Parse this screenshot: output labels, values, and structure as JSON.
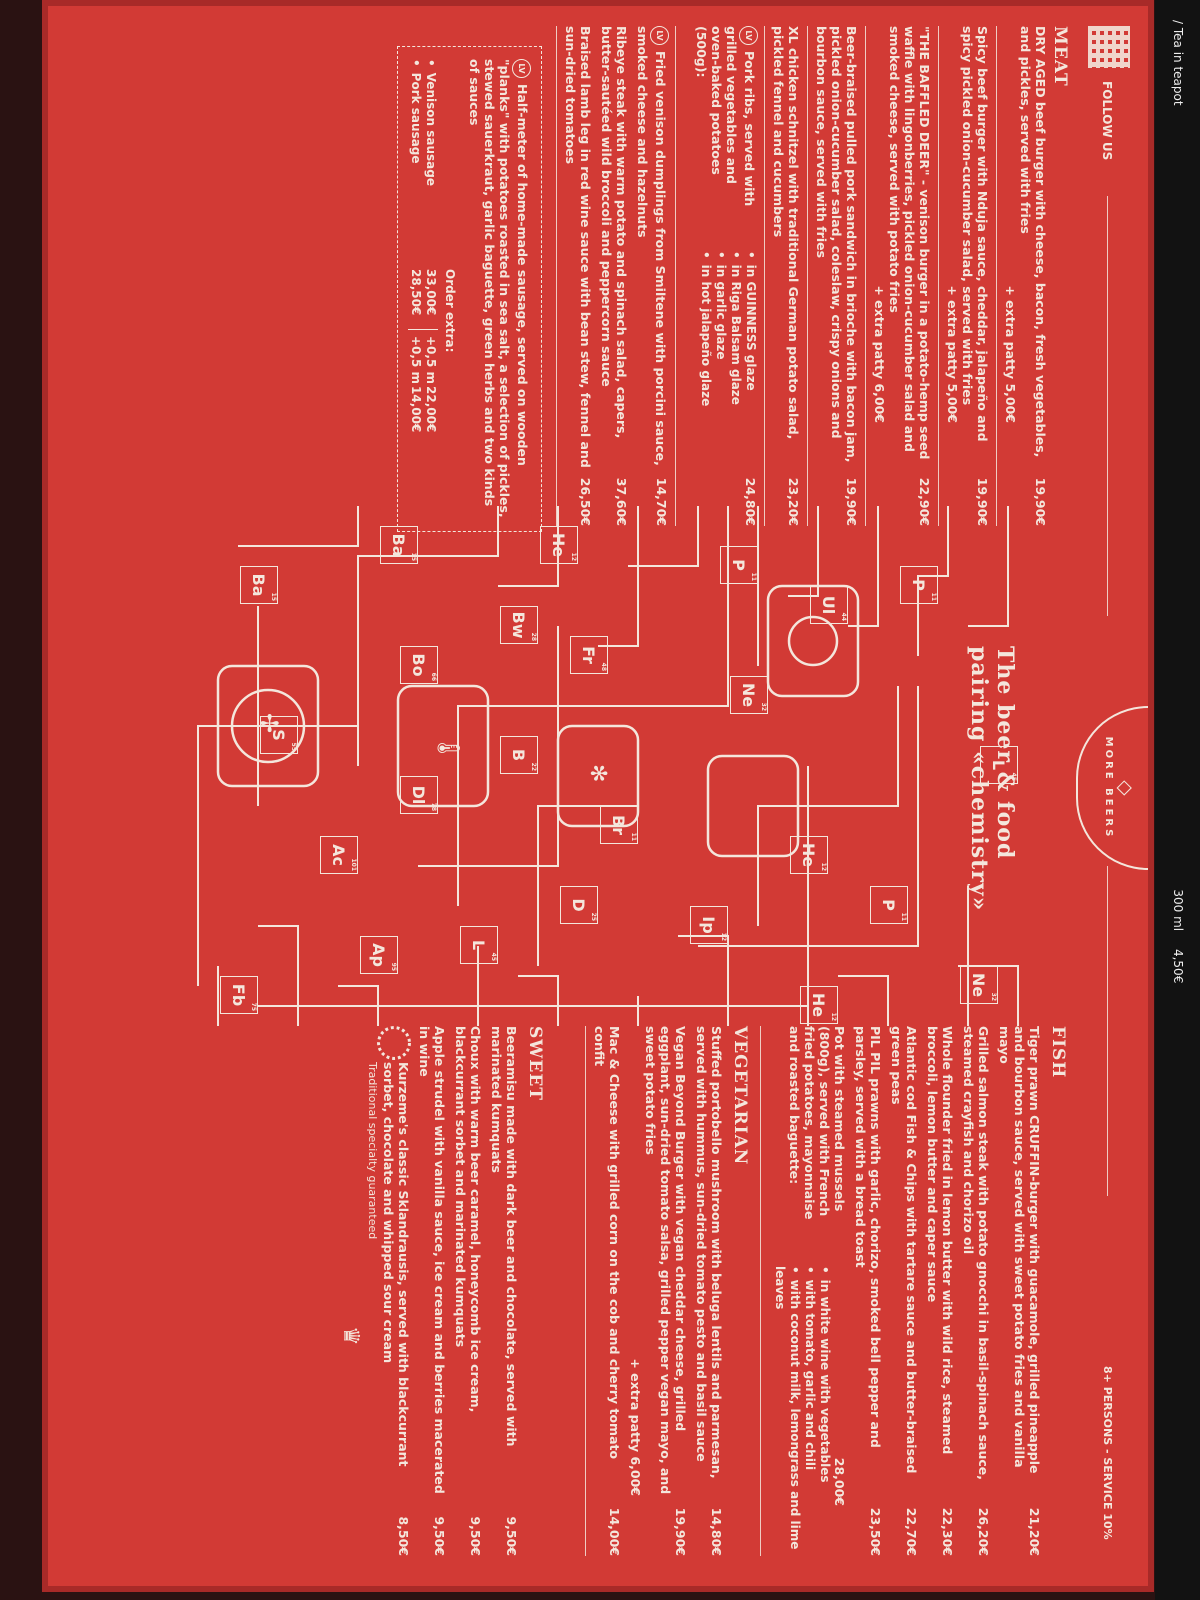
{
  "colors": {
    "board": "#d23a35",
    "ink": "#f4e6dc",
    "table": "#2a1212",
    "strip": "#121212"
  },
  "header": {
    "follow": "FOLLOW US",
    "service_note": "8+ PERSONS - SERVICE 10%",
    "qr_icon": "qr-code-icon"
  },
  "title": {
    "line1": "The beer & food",
    "line2": "pairing «chemistry»",
    "logo_text": "MORE BEERS"
  },
  "meat": {
    "heading": "MEAT",
    "items": [
      {
        "desc": "DRY AGED beef burger with cheese, bacon, fresh vegetables, and pickles, served with fries",
        "price": "19,90€",
        "extra": "+ extra patty 5,00€"
      },
      {
        "desc": "Spicy beef burger with Nduja sauce, cheddar, jalapeño and spicy pickled onion-cucumber salad, served with fries",
        "price": "19,90€",
        "extra": "+ extra patty 5,00€"
      },
      {
        "desc": "\"THE BAFFLED DEER\" - venison burger in a potato-hemp seed waffle with lingonberries, pickled onion-cucumber salad and smoked cheese, served with potato fries",
        "price": "22,90€",
        "extra": "+ extra patty 6,00€"
      },
      {
        "desc": "Beer-braised pulled pork sandwich in brioche with bacon jam, pickled onion-cucumber salad, coleslaw, crispy onions and bourbon sauce, served with fries",
        "price": "19,90€",
        "extra": ""
      },
      {
        "desc": "XL chicken schnitzel with traditional German potato salad, pickled fennel and cucumbers",
        "price": "23,20€",
        "extra": ""
      }
    ],
    "ribs": {
      "badge": "LV",
      "desc": "Pork ribs, served with grilled vegetables and oven-baked potatoes (500g):",
      "price": "24,80€",
      "options": [
        "in GUINNESS glaze",
        "in Riga Balsam glaze",
        "in garlic glaze",
        "in hot jalapeño glaze"
      ]
    },
    "items2": [
      {
        "badge": "LV",
        "desc": "Fried venison dumplings from Smiltene with porcini sauce, smoked cheese and hazelnuts",
        "price": "14,70€"
      },
      {
        "badge": "",
        "desc": "Ribeye steak with warm potato and spinach salad, capers, butter-sautéed wild broccoli and peppercorn sauce",
        "price": "37,60€"
      },
      {
        "badge": "",
        "desc": "Braised lamb leg in red wine sauce with bean stew, fennel and sun-dried tomatoes",
        "price": "26,50€"
      }
    ],
    "sausage": {
      "badge": "LV",
      "desc": "Half-meter of home-made sausage, served on wooden \"planks\" with potatoes roasted in sea salt, a selection of pickles, stewed sauerkraut, garlic baguette, green herbs and two kinds of sauces",
      "order_extra": "Order extra:",
      "rows": [
        {
          "name": "Venison sausage",
          "price": "33,00€",
          "extra": "+0,5 m",
          "extra_price": "22,00€"
        },
        {
          "name": "Pork sausage",
          "price": "28,50€",
          "extra": "+0,5 m",
          "extra_price": "14,00€"
        }
      ]
    }
  },
  "fish": {
    "heading": "FISH",
    "items": [
      {
        "desc": "Tiger prawn CRUFFIN-burger with guacamole, grilled pineapple and bourbon sauce, served with sweet potato fries and vanilla mayo",
        "price": "21,20€"
      },
      {
        "desc": "Grilled salmon steak with potato gnocchi in basil-spinach sauce, steamed crayfish and chorizo oil",
        "price": "26,20€"
      },
      {
        "desc": "Whole flounder fried in lemon butter with wild rice, steamed broccoli, lemon butter and caper sauce",
        "price": "22,30€"
      },
      {
        "desc": "Atlantic cod Fish & Chips with tartare sauce and butter-braised green peas",
        "price": "22,70€"
      },
      {
        "desc": "PIL PIL prawns with garlic, chorizo, smoked bell pepper and parsley, served with a bread toast",
        "price": "23,50€"
      }
    ],
    "mussels": {
      "desc": "Pot with steamed mussels (800g), served with French fried potatoes, mayonnaise and roasted baguette:",
      "price": "28,00€",
      "options": [
        "in white wine with vegetables",
        "with tomato, garlic and chili",
        "with coconut milk, lemongrass and lime leaves"
      ]
    }
  },
  "vegetarian": {
    "heading": "VEGETARIAN",
    "items": [
      {
        "desc": "Stuffed portobello mushroom with beluga lentils and parmesan, served with hummus, sun-dried tomato pesto and basil sauce",
        "price": "14,80€",
        "extra": ""
      },
      {
        "desc": "Vegan Beyond Burger with vegan cheddar cheese, grilled eggplant, sun-dried tomato salsa, grilled pepper vegan mayo, and sweet potato fries",
        "price": "19,90€",
        "extra": "+ extra patty 6,00€"
      },
      {
        "desc": "Mac & Cheese with grilled corn on the cob and cherry tomato confit",
        "price": "14,00€",
        "extra": ""
      }
    ]
  },
  "sweet": {
    "heading": "SWEET",
    "items": [
      {
        "desc": "Beeramisu made with dark beer and chocolate, served with marinated kumquats",
        "price": "9,50€"
      },
      {
        "desc": "Choux with warm beer caramel, honeycomb ice cream, blackcurrant sorbet and marinated kumquats",
        "price": "9,50€"
      },
      {
        "desc": "Apple strudel with vanilla sauce, ice cream and berries macerated in wine",
        "price": "9,50€"
      },
      {
        "desc": "Kurzeme's classic Sklandrausis, served with blackcurrant sorbet, chocolate and whipped sour cream",
        "price": "8,50€"
      }
    ],
    "seal_note": "Traditional specialty guaranteed"
  },
  "elements": [
    {
      "sym": "Ne",
      "num": "32"
    },
    {
      "sym": "P",
      "num": "11"
    },
    {
      "sym": "He",
      "num": "12"
    },
    {
      "sym": "Ip",
      "num": "12"
    },
    {
      "sym": "Br",
      "num": "11"
    },
    {
      "sym": "B",
      "num": "22"
    },
    {
      "sym": "L",
      "num": "45"
    },
    {
      "sym": "Bo",
      "num": "66"
    },
    {
      "sym": "Dl",
      "num": "78"
    },
    {
      "sym": "S",
      "num": "55"
    },
    {
      "sym": "Fr",
      "num": "48"
    },
    {
      "sym": "Ba",
      "num": "15"
    },
    {
      "sym": "Ac",
      "num": "101"
    },
    {
      "sym": "L",
      "num": "45"
    },
    {
      "sym": "He",
      "num": "12"
    },
    {
      "sym": "Ul",
      "num": "44"
    },
    {
      "sym": "Ne",
      "num": "32"
    },
    {
      "sym": "P",
      "num": "11"
    },
    {
      "sym": "D",
      "num": "25"
    },
    {
      "sym": "Ap",
      "num": "95"
    },
    {
      "sym": "Bw",
      "num": "28"
    },
    {
      "sym": "Ba",
      "num": "15"
    },
    {
      "sym": "He",
      "num": "12"
    },
    {
      "sym": "Fb",
      "num": "75"
    },
    {
      "sym": "P",
      "num": "11"
    }
  ],
  "strip": {
    "text1": "/ Tea in teapot",
    "text2": "300 ml",
    "text3": "4,50€"
  }
}
